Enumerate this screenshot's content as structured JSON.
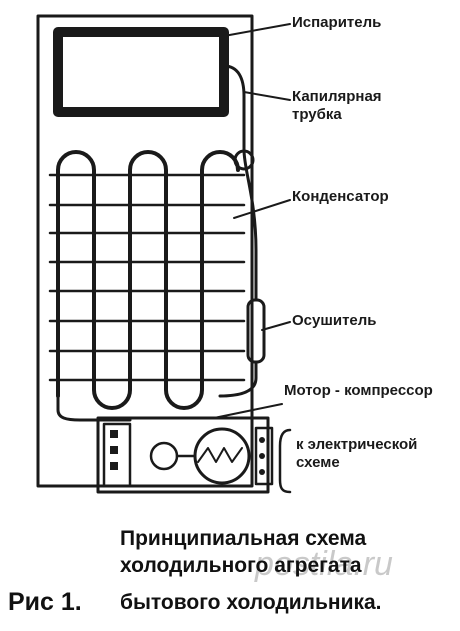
{
  "labels": {
    "evaporator": "Испаритель",
    "capillary_line1": "Капилярная",
    "capillary_line2": "трубка",
    "condenser": "Конденсатор",
    "dryer": "Осушитель",
    "compressor": "Мотор - компрессор",
    "electric_line1": "к электрической",
    "electric_line2": "схеме"
  },
  "caption": {
    "line1": "Принципиальная схема",
    "line2": "холодильного агрегата",
    "line3": "бытового холодильника.",
    "figure": "Рис 1."
  },
  "watermark": "postila.ru",
  "colors": {
    "line": "#1a1a1a",
    "background": "#ffffff"
  }
}
